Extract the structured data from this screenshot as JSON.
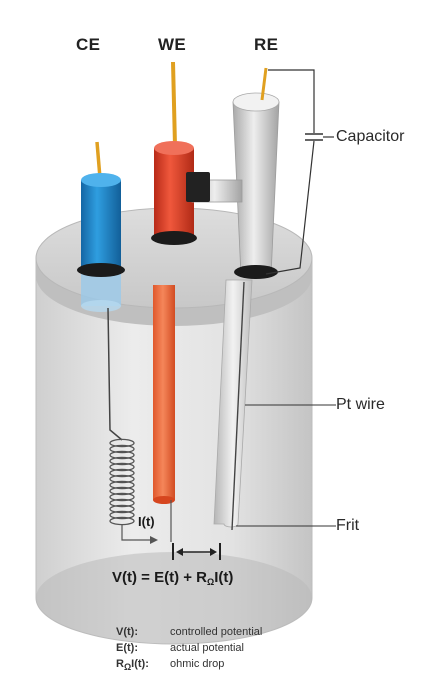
{
  "electrodes": {
    "ce": "CE",
    "we": "WE",
    "re": "RE"
  },
  "labels": {
    "capacitor": "Capacitor",
    "pt_wire": "Pt wire",
    "frit": "Frit",
    "current": "I(t)"
  },
  "equation": {
    "lhs": "V(t) = E(t) + R",
    "subscript": "Ω",
    "rhs": "I(t)"
  },
  "legend": [
    {
      "key": "V(t):",
      "desc": "controlled potential"
    },
    {
      "key": "E(t):",
      "desc": "actual potential"
    },
    {
      "key_prefix": "R",
      "key_sub": "Ω",
      "key_suffix": "I(t):",
      "desc": "ohmic drop"
    }
  ],
  "colors": {
    "ce_body": "#1f86c6",
    "we_body": "#e2412a",
    "re_body": "#c9c9c9",
    "lead_wire": "#e0a020",
    "cell_glass": "#d7d7d7"
  }
}
